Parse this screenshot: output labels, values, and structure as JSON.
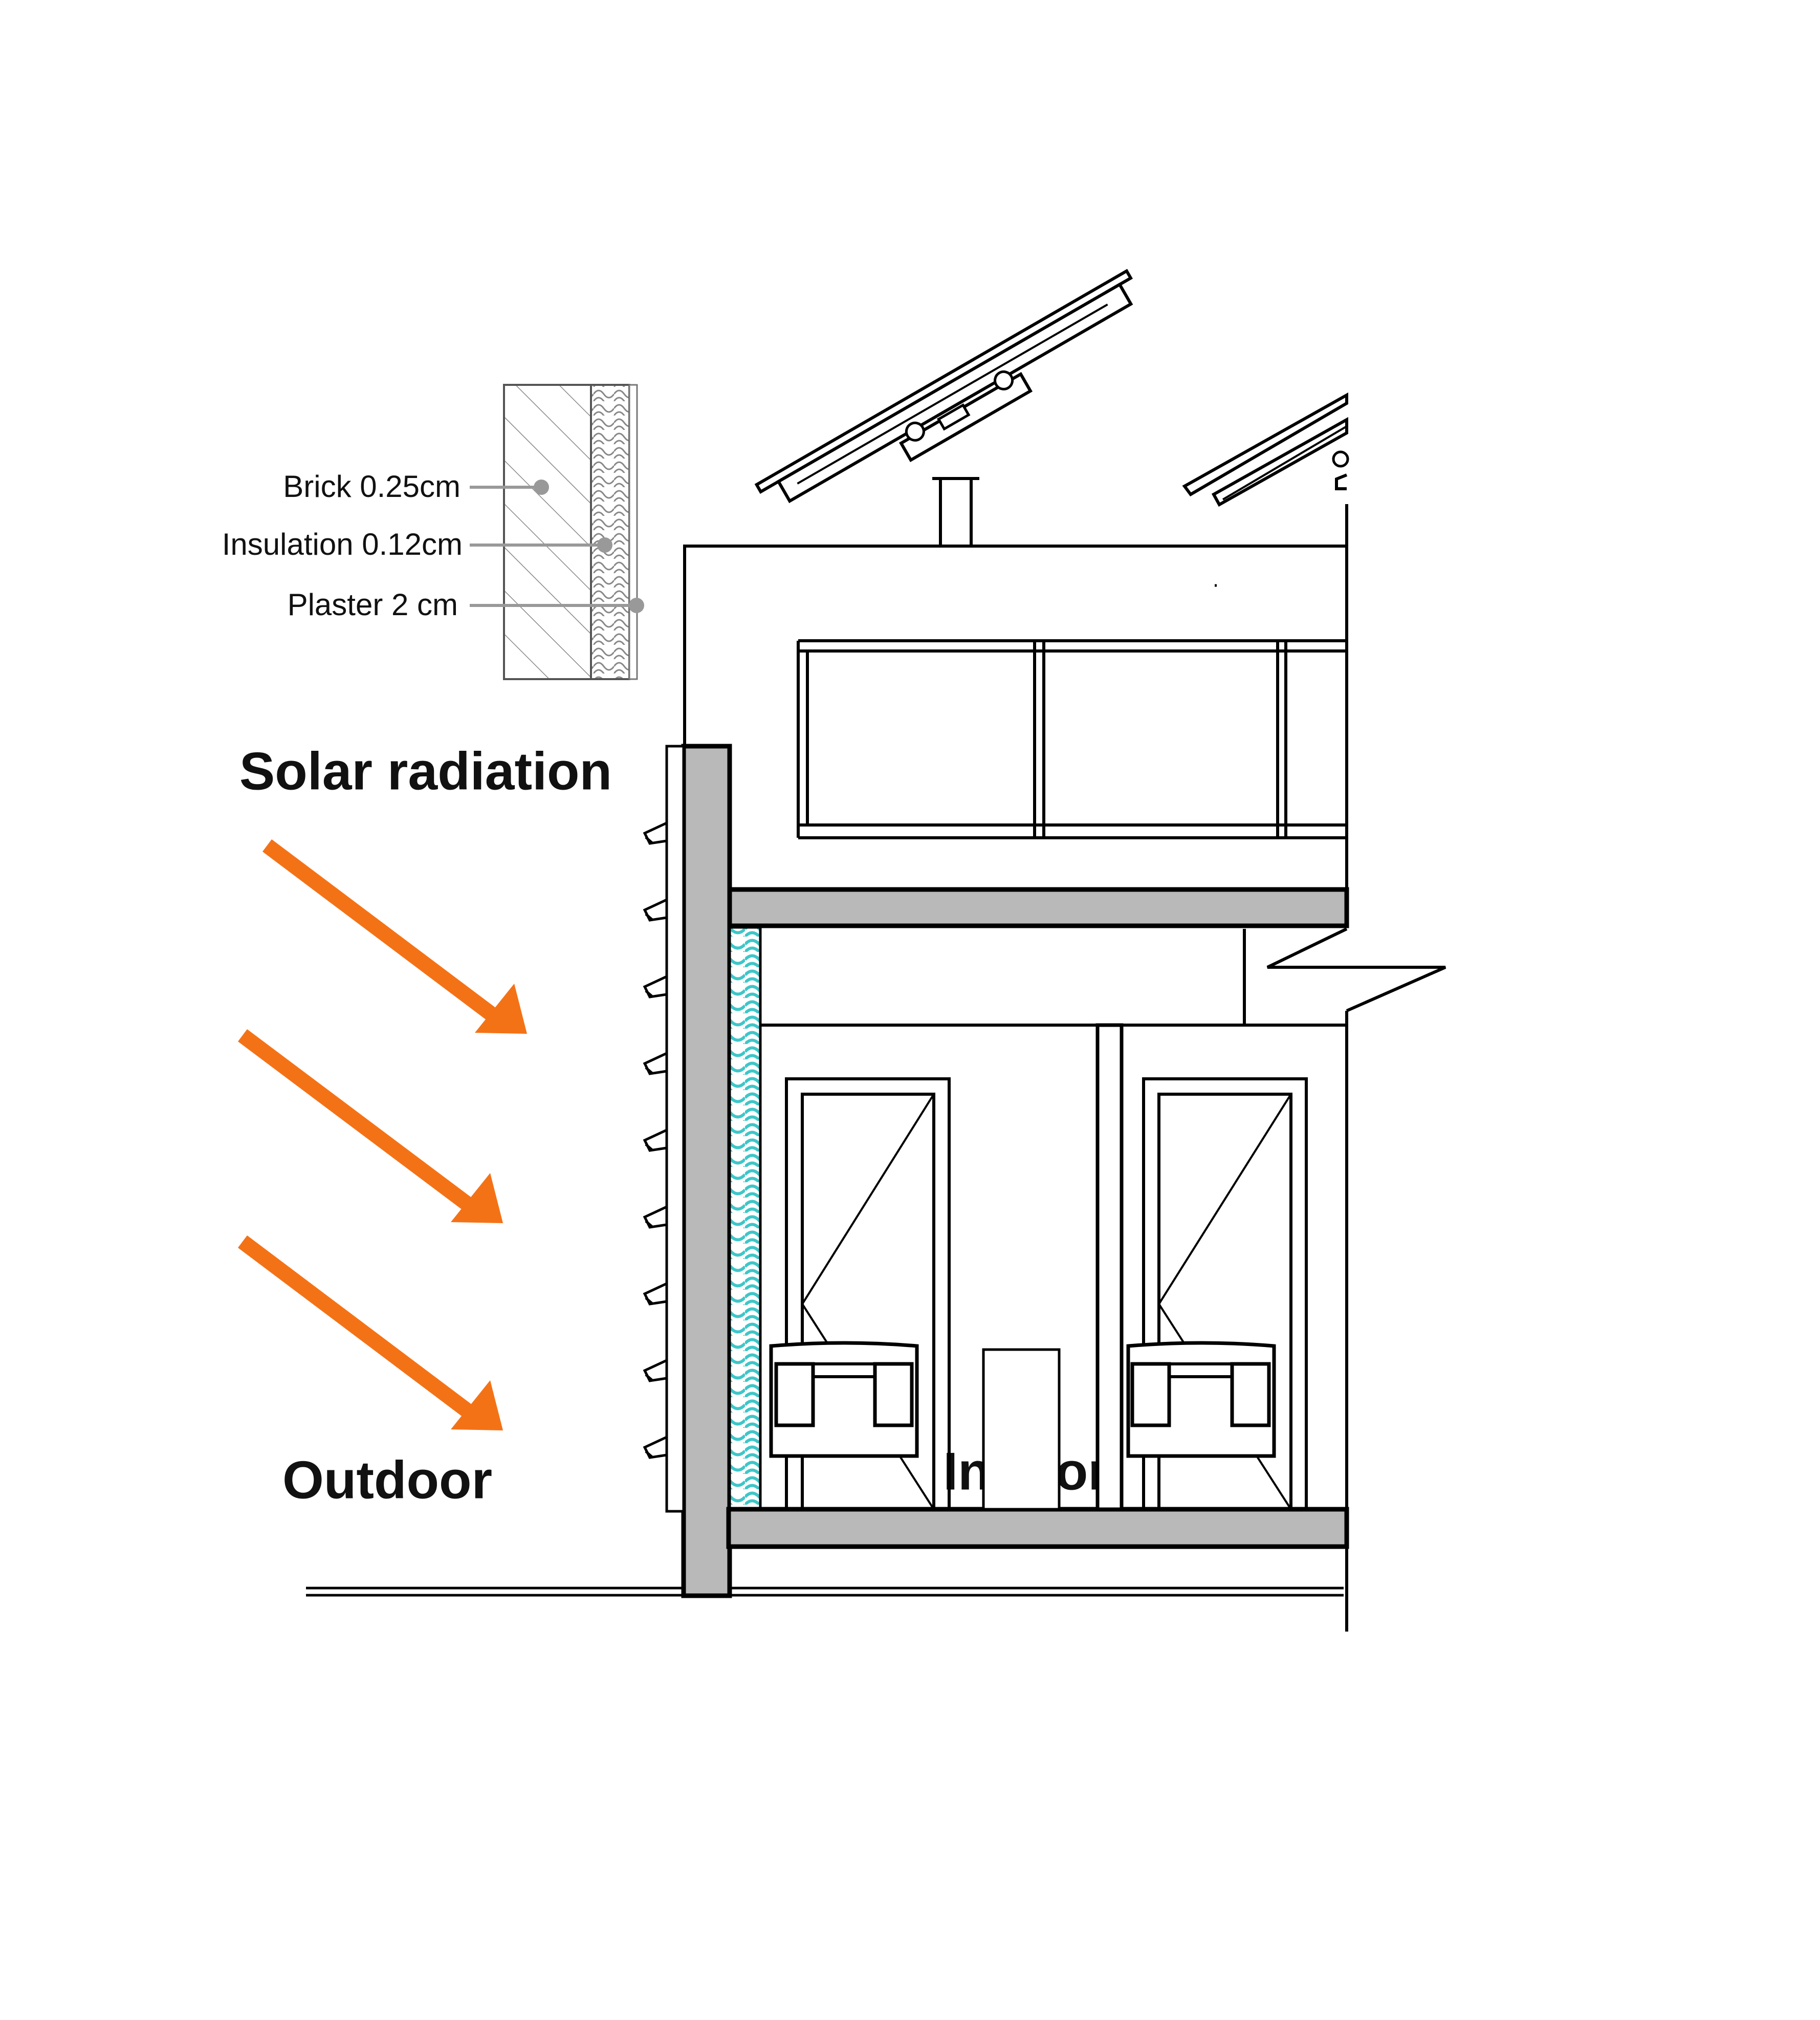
{
  "labels": {
    "solar_radiation": "Solar radiation",
    "outdoor": "Outdoor",
    "indoor": "Indoor"
  },
  "wall_layers": [
    {
      "id": "brick",
      "label": "Brick 0.25cm"
    },
    {
      "id": "insulation",
      "label": "Insulation 0.12cm"
    },
    {
      "id": "plaster",
      "label": "Plaster 2 cm"
    }
  ],
  "colors": {
    "arrow": "#f47216",
    "insulation": "#3ec6c8",
    "slab": "#b9b9b9",
    "leader": "#999999",
    "line": "#000000"
  }
}
